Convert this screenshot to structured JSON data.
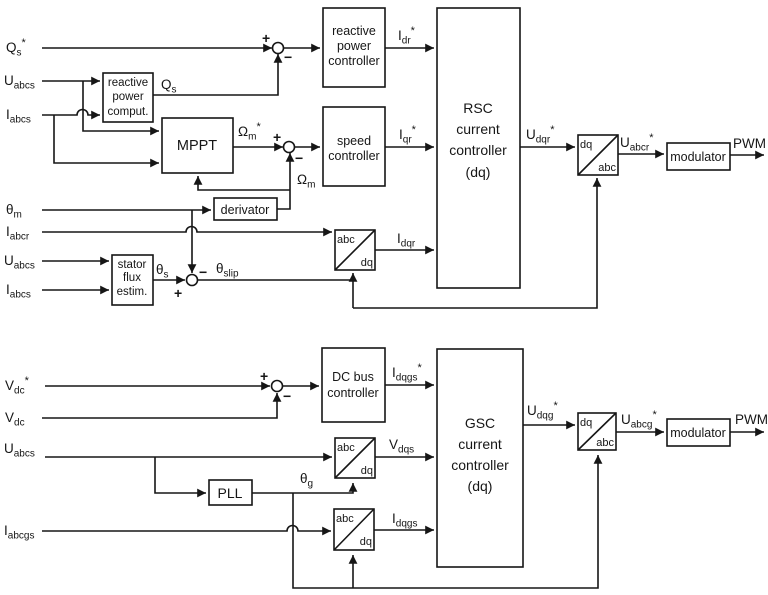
{
  "signs": {
    "plus": "+",
    "minus": "−"
  },
  "labels": {
    "qs_ref": {
      "base": "Q",
      "sub": "s",
      "sup": "*"
    },
    "uabcs_top": {
      "base": "U",
      "sub": "abcs",
      "sup": ""
    },
    "iabcs_top": {
      "base": "I",
      "sub": "abcs",
      "sup": ""
    },
    "qs": {
      "base": "Q",
      "sub": "s",
      "sup": ""
    },
    "omega_m_ref": {
      "base": "Ω",
      "sub": "m",
      "sup": "*"
    },
    "omega_m": {
      "base": "Ω",
      "sub": "m",
      "sup": ""
    },
    "theta_m": {
      "base": "θ",
      "sub": "m",
      "sup": ""
    },
    "iabcr": {
      "base": "I",
      "sub": "abcr",
      "sup": ""
    },
    "uabcs_mid": {
      "base": "U",
      "sub": "abcs",
      "sup": ""
    },
    "iabcs_mid": {
      "base": "I",
      "sub": "abcs",
      "sup": ""
    },
    "theta_s": {
      "base": "θ",
      "sub": "s",
      "sup": ""
    },
    "theta_slip": {
      "base": "θ",
      "sub": "slip",
      "sup": ""
    },
    "idr_ref": {
      "base": "I",
      "sub": "dr",
      "sup": "*"
    },
    "iqr_ref": {
      "base": "I",
      "sub": "qr",
      "sup": "*"
    },
    "idqr": {
      "base": "I",
      "sub": "dqr",
      "sup": ""
    },
    "udqr_ref": {
      "base": "U",
      "sub": "dqr",
      "sup": "*"
    },
    "uabcr_ref": {
      "base": "U",
      "sub": "abcr",
      "sup": "*"
    },
    "pwm_rsc": "PWM",
    "vdc_ref": {
      "base": "V",
      "sub": "dc",
      "sup": "*"
    },
    "vdc": {
      "base": "V",
      "sub": "dc",
      "sup": ""
    },
    "uabcs_bot": {
      "base": "U",
      "sub": "abcs",
      "sup": ""
    },
    "iabcgs": {
      "base": "I",
      "sub": "abcgs",
      "sup": ""
    },
    "theta_g": {
      "base": "θ",
      "sub": "g",
      "sup": ""
    },
    "idqgs_ref": {
      "base": "I",
      "sub": "dqgs",
      "sup": "*"
    },
    "vdqs": {
      "base": "V",
      "sub": "dqs",
      "sup": ""
    },
    "idqgs": {
      "base": "I",
      "sub": "dqgs",
      "sup": ""
    },
    "udqg_ref": {
      "base": "U",
      "sub": "dqg",
      "sup": "*"
    },
    "uabcg_ref": {
      "base": "U",
      "sub": "abcg",
      "sup": "*"
    },
    "pwm_gsc": "PWM"
  },
  "blocks": {
    "reactive_power_comp": {
      "lines": [
        "reactive",
        "power",
        "comput."
      ]
    },
    "mppt": {
      "label": "MPPT"
    },
    "reactive_power_ctrl": {
      "lines": [
        "reactive",
        "power",
        "controller"
      ]
    },
    "speed_ctrl": {
      "lines": [
        "speed",
        "controller"
      ]
    },
    "rsc_ctrl": {
      "lines": [
        "RSC",
        "current",
        "controller",
        "(dq)"
      ]
    },
    "derivator": {
      "label": "derivator"
    },
    "stator_flux": {
      "lines": [
        "stator",
        "flux",
        "estim."
      ]
    },
    "modulator_rsc": {
      "label": "modulator"
    },
    "dc_bus_ctrl": {
      "lines": [
        "DC bus",
        "controller"
      ]
    },
    "gsc_ctrl": {
      "lines": [
        "GSC",
        "current",
        "controller",
        "(dq)"
      ]
    },
    "pll": {
      "label": "PLL"
    },
    "modulator_gsc": {
      "label": "modulator"
    },
    "abc_to_dq": {
      "tl": "abc",
      "br": "dq"
    },
    "dq_to_abc": {
      "tl": "dq",
      "br": "abc"
    }
  }
}
